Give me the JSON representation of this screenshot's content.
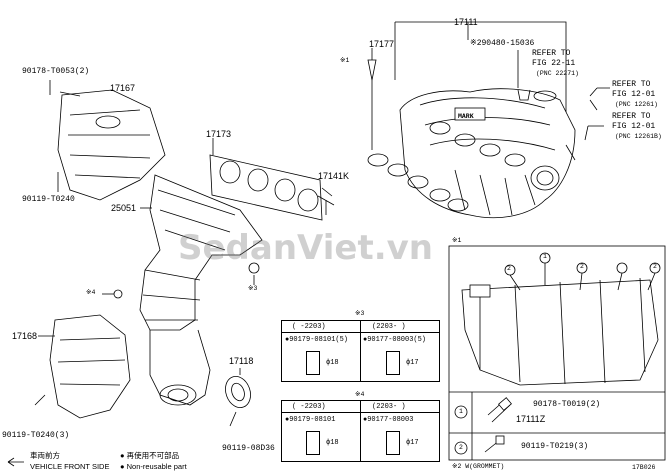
{
  "parts": {
    "p17111": "17111",
    "p17177": "17177",
    "p29048": "※290480-15036",
    "p90178a": "90178-T0053(2)",
    "p17167": "17167",
    "p17173": "17173",
    "p17141k": "17141K",
    "p25051": "25051",
    "p90119a": "90119-T0240",
    "p17168": "17168",
    "p90119b": "90119-T0240(3)",
    "p17118": "17118",
    "p90119c": "90119-08D36",
    "mark4": "※4",
    "mark3": "※3",
    "mark1": "※1",
    "mark1b": "※1",
    "mark_label": "MARK"
  },
  "refers": {
    "r1a": "REFER TO",
    "r1b": "FIG 22-11",
    "r1c": "(PNC 22271)",
    "r2a": "REFER TO",
    "r2b": "FIG 12-01",
    "r2c": "(PNC 12261)",
    "r3a": "REFER TO",
    "r3b": "FIG 12-01",
    "r3c": "(PNC 12261B)"
  },
  "table3": {
    "title": "※3",
    "h1": "(    -2203)",
    "h2": "(2203-    )",
    "c1": "●90179-08101(5)",
    "c2": "●90177-08003(5)",
    "d1": "ϕ18",
    "d2": "ϕ17"
  },
  "table4": {
    "title": "※4",
    "h1": "(    -2203)",
    "h2": "(2203-    )",
    "c1": "●90179-08101",
    "c2": "●90177-08003",
    "d1": "ϕ18",
    "d2": "ϕ17"
  },
  "detail": {
    "n2a": "2",
    "n1": "1",
    "n2b": "2",
    "n2c": "2",
    "mark1": "※1",
    "row1_num": "1",
    "row1_part": "90178-T0019(2)",
    "row1_sub": "17111Z",
    "row2_num": "2",
    "row2_part": "90119-T0219(3)",
    "footnote": "※2 W(GROMMET)",
    "code": "17B026"
  },
  "legend": {
    "front_jp": "車両前方",
    "front_en": "VEHICLE FRONT SIDE",
    "reuse_jp": "● 再使用不可部品",
    "reuse_en": "● Non-reusable part"
  },
  "watermark": "SedanViet.vn"
}
